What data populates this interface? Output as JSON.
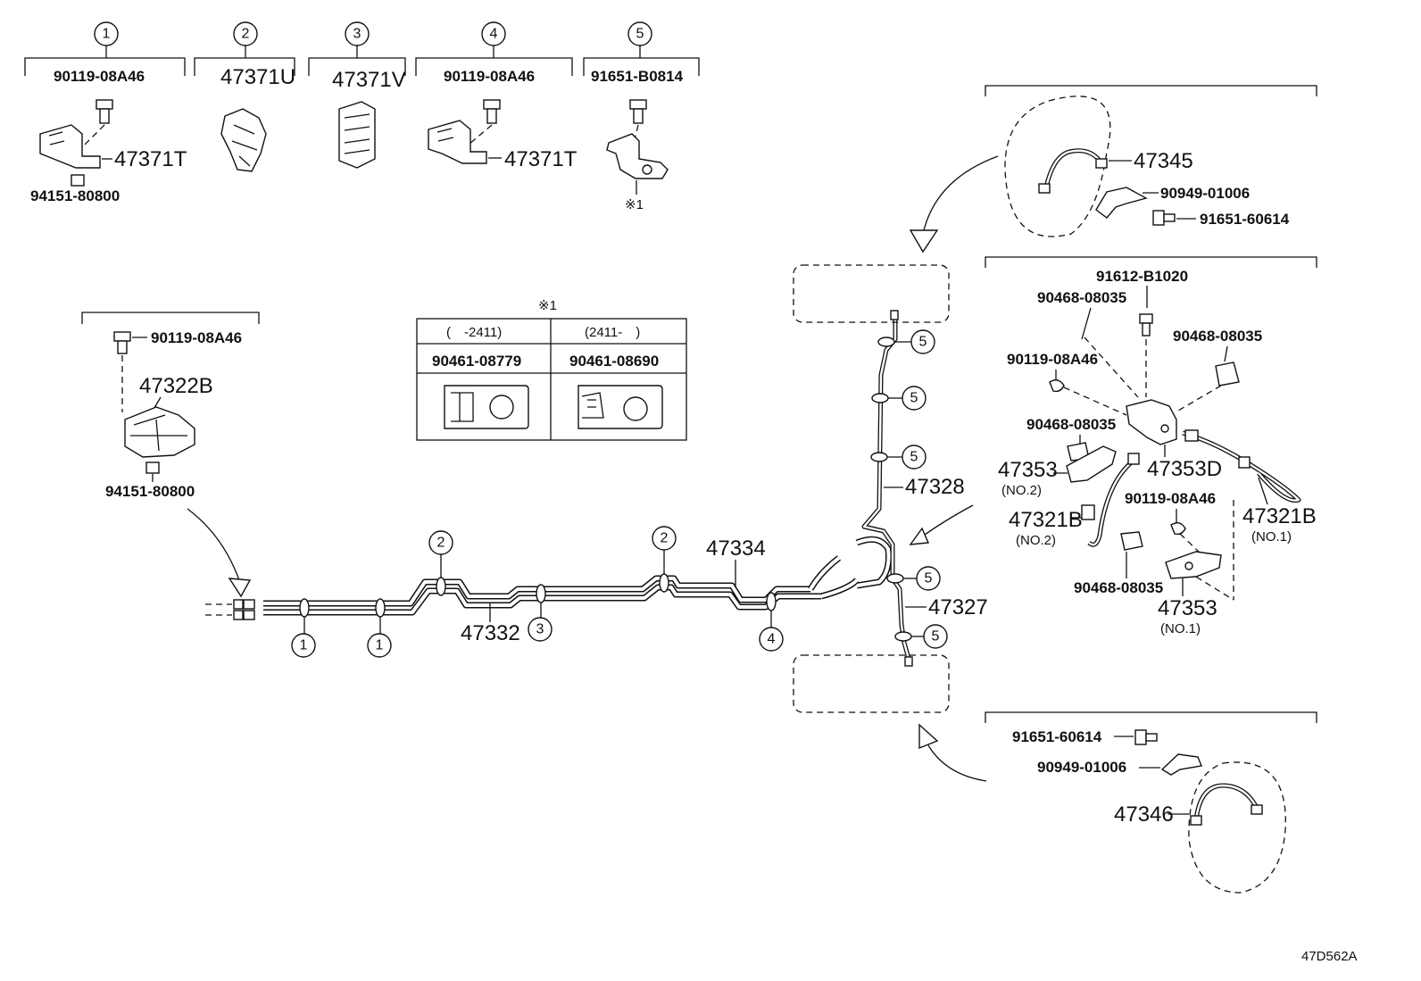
{
  "callouts": {
    "c1": "1",
    "c2": "2",
    "c3": "3",
    "c4": "4",
    "c5": "5"
  },
  "top_groups": {
    "g1": {
      "bolt": "90119-08A46",
      "clamp": "47371T",
      "nut": "94151-80800"
    },
    "g2": {
      "part": "47371U"
    },
    "g3": {
      "part": "47371V"
    },
    "g4": {
      "bolt": "90119-08A46",
      "clamp": "47371T"
    },
    "g5": {
      "bolt": "91651-B0814",
      "note": "※1"
    }
  },
  "left_group": {
    "bolt": "90119-08A46",
    "part": "47322B",
    "nut": "94151-80800"
  },
  "note_table": {
    "mark": "※1",
    "col1_range": "(　-2411)",
    "col2_range": "(2411-　)",
    "col1_part": "90461-08779",
    "col2_part": "90461-08690"
  },
  "main_lines": {
    "tube_a": "47332",
    "tube_b": "47334",
    "tube_c": "47328",
    "tube_d": "47327"
  },
  "upper_right": {
    "hose": "47345",
    "clip": "90949-01006",
    "bolt": "91651-60614"
  },
  "mid_right": {
    "bolt_top": "91612-B1020",
    "clip_a": "90468-08035",
    "clip_b": "90468-08035",
    "bolt_left": "90119-08A46",
    "clip_c": "90468-08035",
    "bracket_d": "47353D",
    "bracket_no2": "47353",
    "bracket_no2_sub": "(NO.2)",
    "hose_no2": "47321B",
    "hose_no2_sub": "(NO.2)",
    "bolt_mid": "90119-08A46",
    "hose_no1": "47321B",
    "hose_no1_sub": "(NO.1)",
    "clip_d": "90468-08035",
    "bracket_no1": "47353",
    "bracket_no1_sub": "(NO.1)"
  },
  "lower_right": {
    "bolt": "91651-60614",
    "clip": "90949-01006",
    "hose": "47346"
  },
  "diagram_code": "47D562A",
  "colors": {
    "ink": "#111111",
    "background": "#ffffff"
  }
}
